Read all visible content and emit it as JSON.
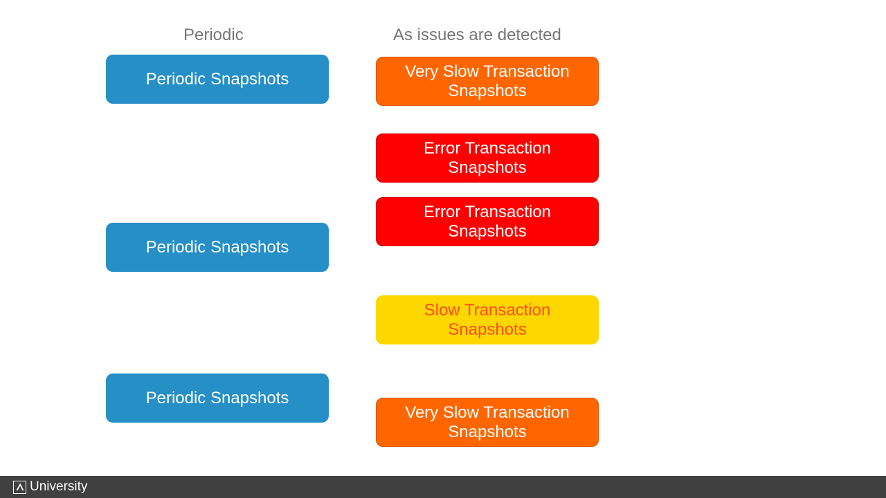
{
  "headings": {
    "left": "Periodic",
    "right": "As issues are detected"
  },
  "periodic_boxes": [
    {
      "label": "Periodic Snapshots"
    },
    {
      "label": "Periodic Snapshots"
    },
    {
      "label": "Periodic Snapshots"
    }
  ],
  "issue_boxes": [
    {
      "line1": "Very Slow Transaction",
      "line2": "Snapshots",
      "kind": "very-slow",
      "color": "#ff6600"
    },
    {
      "line1": "Error Transaction",
      "line2": "Snapshots",
      "kind": "error",
      "color": "#ff0000"
    },
    {
      "line1": "Error Transaction",
      "line2": "Snapshots",
      "kind": "error",
      "color": "#ff0000"
    },
    {
      "line1": "Slow Transaction",
      "line2": "Snapshots",
      "kind": "slow",
      "color": "#ffd700"
    },
    {
      "line1": "Very Slow Transaction",
      "line2": "Snapshots",
      "kind": "very-slow",
      "color": "#ff6600"
    }
  ],
  "colors": {
    "periodic": "#258fc6",
    "footer": "#404040",
    "heading_text": "#767676"
  },
  "footer": {
    "logo_icon": "appdynamics-logo-icon",
    "brand_text": "University"
  }
}
